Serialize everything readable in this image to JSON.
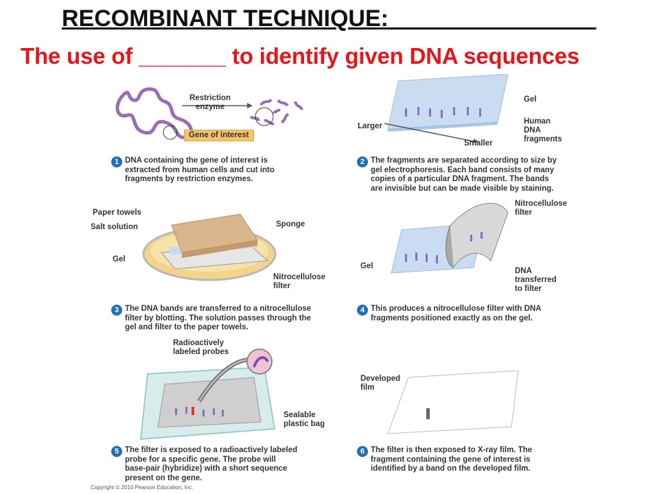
{
  "slide": {
    "title": "RECOMBINANT TECHNIQUE:________________",
    "subtitle": "The use of _______ to identify given DNA sequences"
  },
  "panels": [
    {
      "number": "1",
      "caption": "DNA containing the gene of interest is\nextracted from human cells and cut into\nfragments by restriction enzymes.",
      "labels": {
        "restriction_enzyme": "Restriction\nenzyme",
        "gene_of_interest": "Gene of interest"
      }
    },
    {
      "number": "2",
      "caption": "The fragments are separated according to size by\ngel electrophoresis. Each band consists of many\ncopies of a particular DNA fragment. The bands\nare invisible but can be made visible by staining.",
      "labels": {
        "gel": "Gel",
        "human_dna_fragments": "Human\nDNA\nfragments",
        "larger": "Larger",
        "smaller": "Smaller"
      }
    },
    {
      "number": "3",
      "caption": "The DNA bands are transferred to a nitrocellulose\nfilter by blotting. The solution passes through the\ngel and filter to the paper towels.",
      "labels": {
        "paper_towels": "Paper towels",
        "salt_solution": "Salt solution",
        "sponge": "Sponge",
        "gel": "Gel",
        "nitrocellulose_filter": "Nitrocellulose\nfilter"
      }
    },
    {
      "number": "4",
      "caption": "This produces a nitrocellulose filter with DNA\nfragments positioned exactly as on the gel.",
      "labels": {
        "nitrocellulose_filter": "Nitrocellulose\nfilter",
        "gel": "Gel",
        "dna_transferred": "DNA\ntransferred\nto filter"
      }
    },
    {
      "number": "5",
      "caption": "The filter is exposed to a radioactively labeled\nprobe for a specific gene. The probe will\nbase-pair (hybridize) with a short sequence\npresent on the gene.",
      "labels": {
        "probes": "Radioactively\nlabeled probes",
        "bag": "Sealable\nplastic bag"
      }
    },
    {
      "number": "6",
      "caption": "The filter is then exposed to X-ray film. The\nfragment containing the gene of interest is\nidentified by a band on the developed film.",
      "labels": {
        "developed_film": "Developed\nfilm"
      }
    }
  ],
  "copyright": "Copyright © 2010 Pearson Education, Inc.",
  "colors": {
    "title": "#111111",
    "subtitle": "#e8141b",
    "step_badge": "#1f6fb4",
    "dna_purple": "#9a6bb8",
    "gene_highlight": "#f5c46a",
    "gel_blue": "#c9dcf2",
    "band": "#8a6fc0"
  }
}
